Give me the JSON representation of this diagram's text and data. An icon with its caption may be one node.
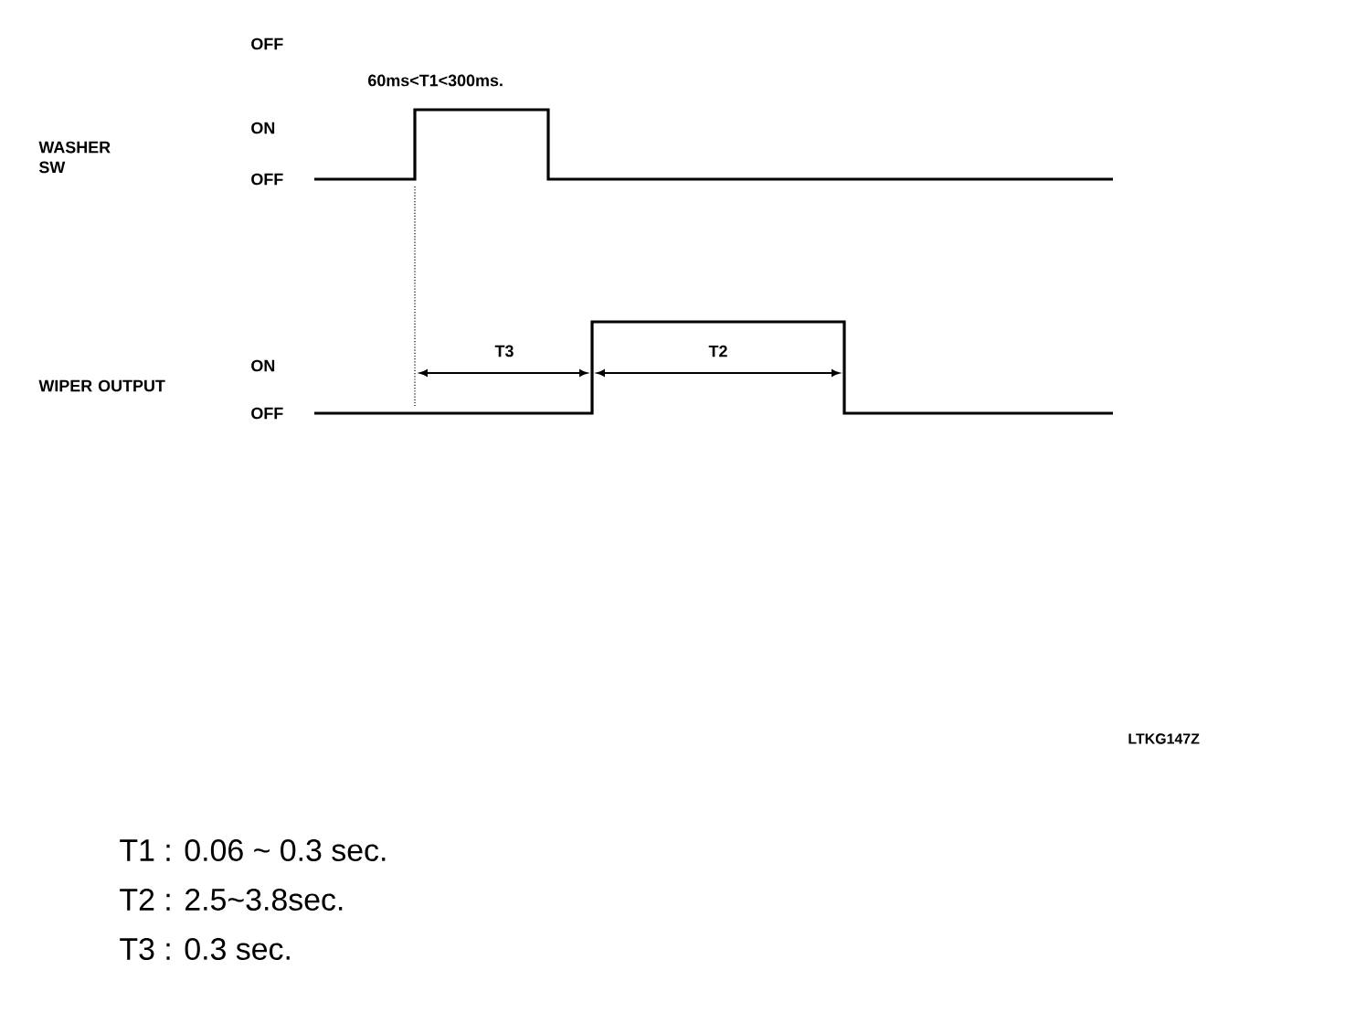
{
  "diagram": {
    "labels": [
      "OFF",
      "60ms<T1<300ms.",
      "WASHER SW",
      "ON",
      "OFF",
      "T3",
      "T2",
      "WIPER OUTPUT",
      "ON",
      "OFF",
      "LTKG147Z",
      "T1 : 0.06 ~ 0.3 sec.",
      "T2 : 2.5~3.8sec.",
      "T3 : 0.3 sec."
    ]
  }
}
